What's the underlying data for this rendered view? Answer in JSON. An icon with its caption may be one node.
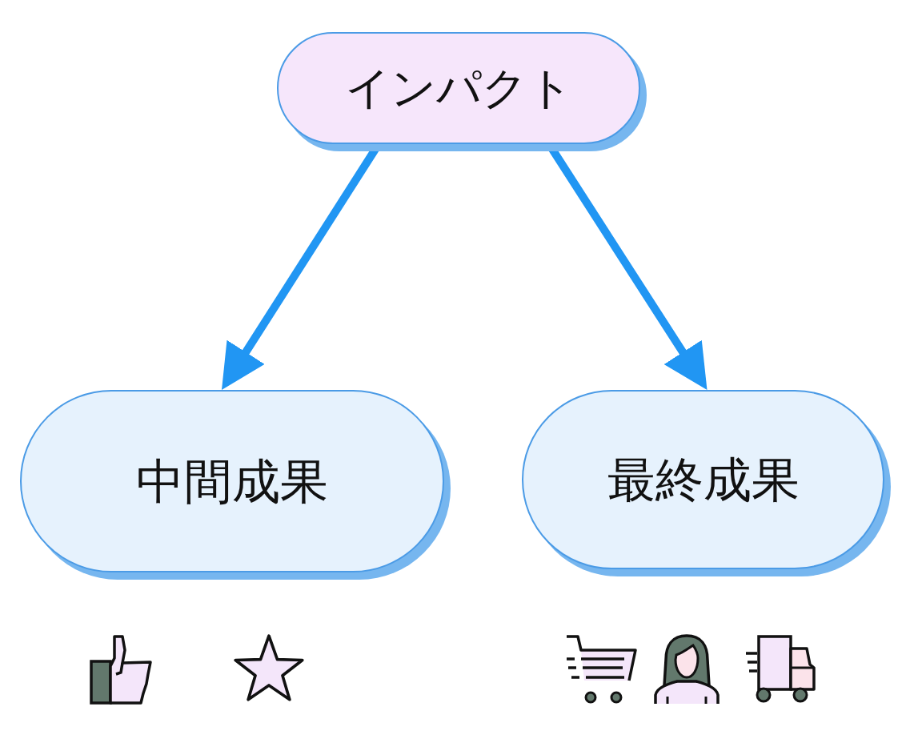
{
  "diagram": {
    "nodes": [
      {
        "text": [
          "インパクト"
        ]
      },
      {
        "text": [
          "中間成果"
        ]
      },
      {
        "text": [
          "最終成果"
        ]
      }
    ],
    "edges": [
      {
        "from": 0,
        "to": 1,
        "arrow": "to"
      },
      {
        "from": 0,
        "to": 2,
        "arrow": "to"
      }
    ]
  }
}
